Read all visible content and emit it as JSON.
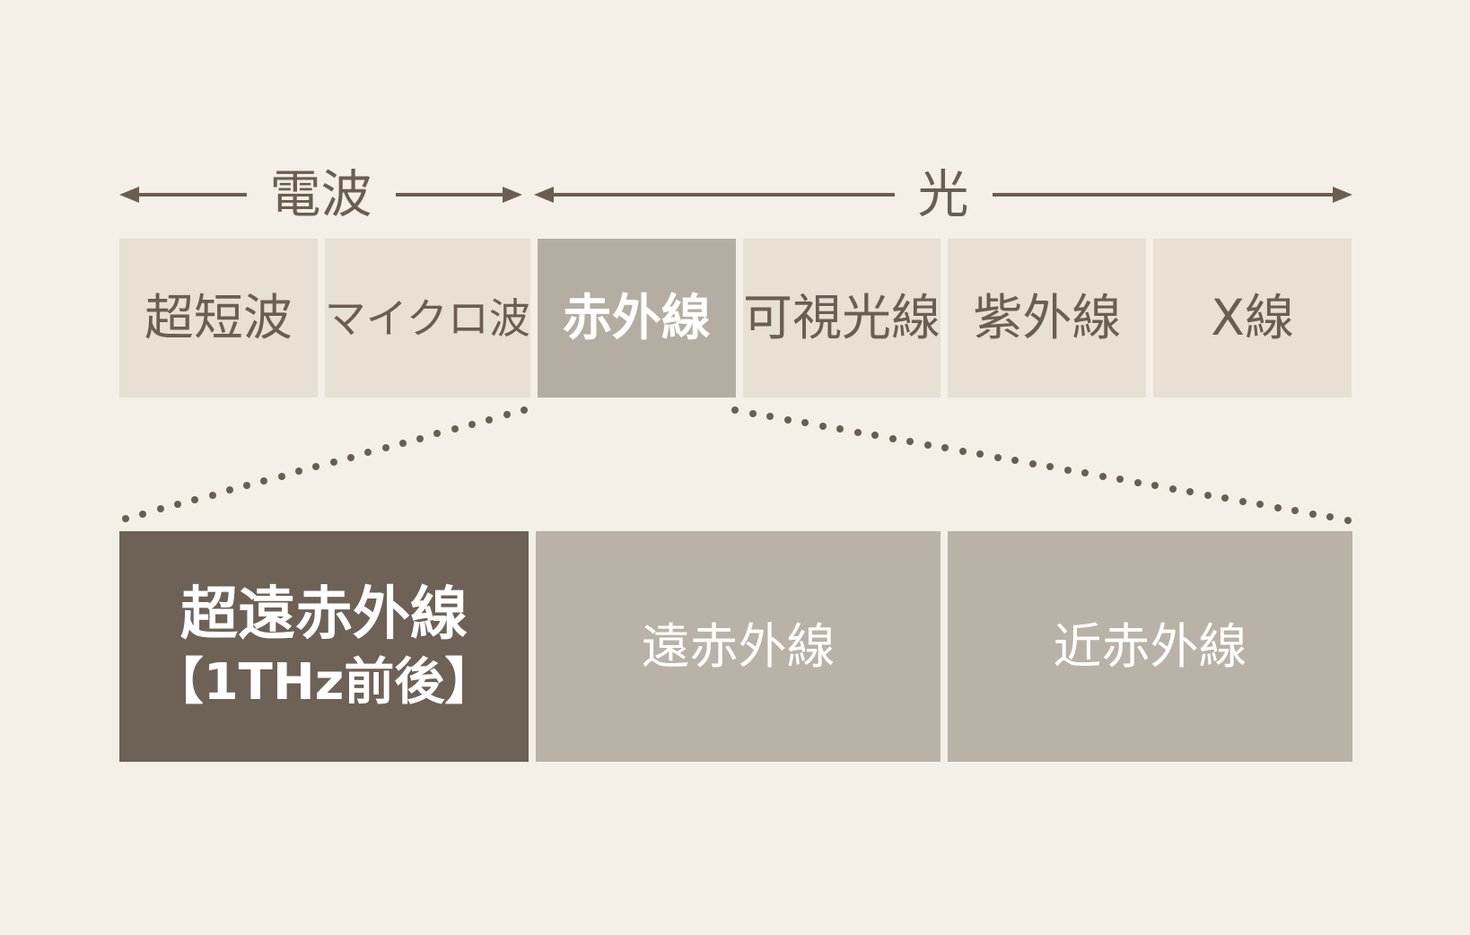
{
  "colors": {
    "bg": "#f4f0e5",
    "light": "#e7e0d3",
    "gray": "#b3aea1",
    "graysoft": "#b8b3a6",
    "dark": "#6e6156",
    "ink": "#6a5e53",
    "white": "#ffffff"
  },
  "ranges": {
    "radio": "電波",
    "light": "光"
  },
  "spectrum": {
    "blocks": [
      {
        "label": "超短波"
      },
      {
        "label": "マイクロ波"
      },
      {
        "label": "赤外線"
      },
      {
        "label": "可視光線"
      },
      {
        "label": "紫外線"
      },
      {
        "label": "X線"
      }
    ]
  },
  "infrared": {
    "blocks": [
      {
        "label": "超遠赤外線",
        "sublabel": "【1THz前後】"
      },
      {
        "label": "遠赤外線"
      },
      {
        "label": "近赤外線"
      }
    ]
  }
}
